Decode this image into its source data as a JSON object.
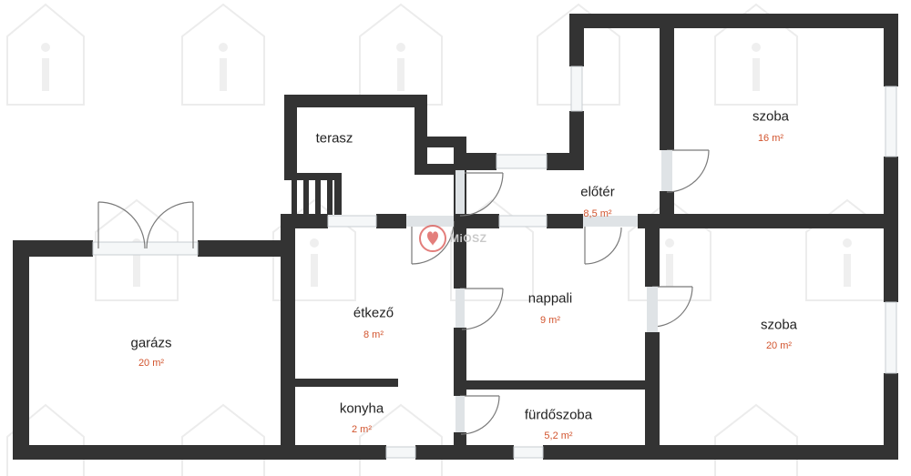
{
  "brand": {
    "text": "MiOSZ",
    "logo_color": "#d9534f"
  },
  "colors": {
    "wall": "#333333",
    "area_text": "#d2542e",
    "window": "#dfe3e6"
  },
  "rooms": [
    {
      "id": "terasz",
      "name": "terasz",
      "area": ""
    },
    {
      "id": "eloter",
      "name": "előtér",
      "area": "8,5 m²"
    },
    {
      "id": "szoba1",
      "name": "szoba",
      "area": "16 m²"
    },
    {
      "id": "etkezo",
      "name": "étkező",
      "area": "8 m²"
    },
    {
      "id": "nappali",
      "name": "nappali",
      "area": "9 m²"
    },
    {
      "id": "szoba2",
      "name": "szoba",
      "area": "20 m²"
    },
    {
      "id": "garazs",
      "name": "garázs",
      "area": "20 m²"
    },
    {
      "id": "konyha",
      "name": "konyha",
      "area": "2 m²"
    },
    {
      "id": "furdoszoba",
      "name": "fürdőszoba",
      "area": "5,2 m²"
    }
  ]
}
